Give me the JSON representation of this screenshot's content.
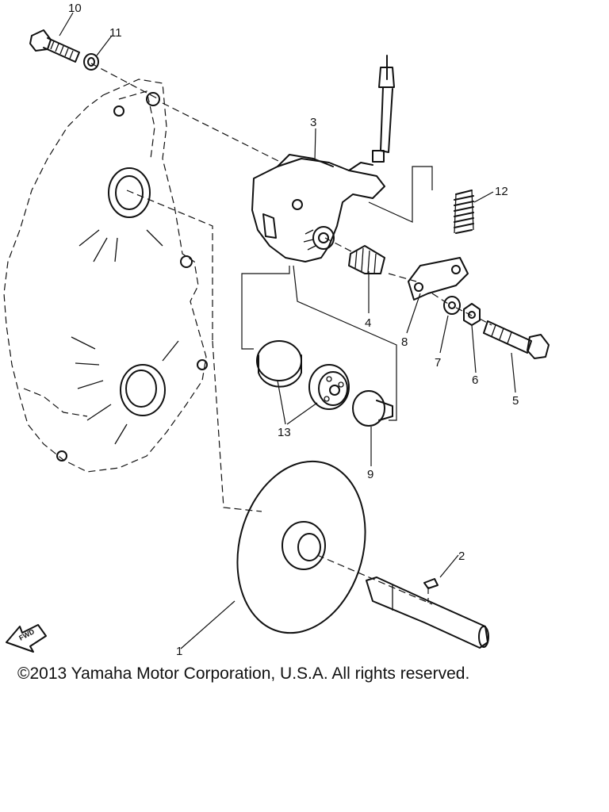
{
  "callouts": [
    "10",
    "11",
    "3",
    "12",
    "4",
    "8",
    "7",
    "6",
    "5",
    "13",
    "9",
    "2",
    "1"
  ],
  "fwd_label": "FWD",
  "copyright": "©2013 Yamaha Motor Corporation, U.S.A. All rights reserved."
}
